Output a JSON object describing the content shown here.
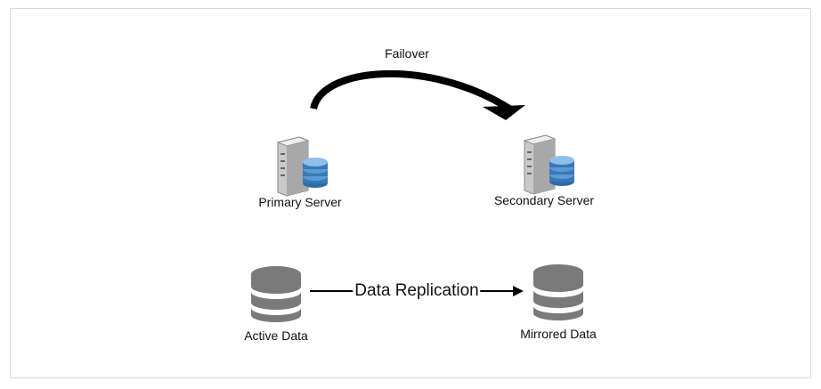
{
  "diagram": {
    "failover_label": "Failover",
    "primary_server_label": "Primary Server",
    "secondary_server_label": "Secondary Server",
    "replication_label": "Data Replication",
    "active_data_label": "Active Data",
    "mirrored_data_label": "Mirrored Data"
  },
  "colors": {
    "arrow": "#000000",
    "database_gray": "#7a7a7a",
    "server_case": "#d4d4d4",
    "db_blue": "#3a78b5",
    "frame_border": "#d9d9d9"
  },
  "icons": {
    "server": "server-with-database-icon",
    "database": "database-stack-icon"
  }
}
